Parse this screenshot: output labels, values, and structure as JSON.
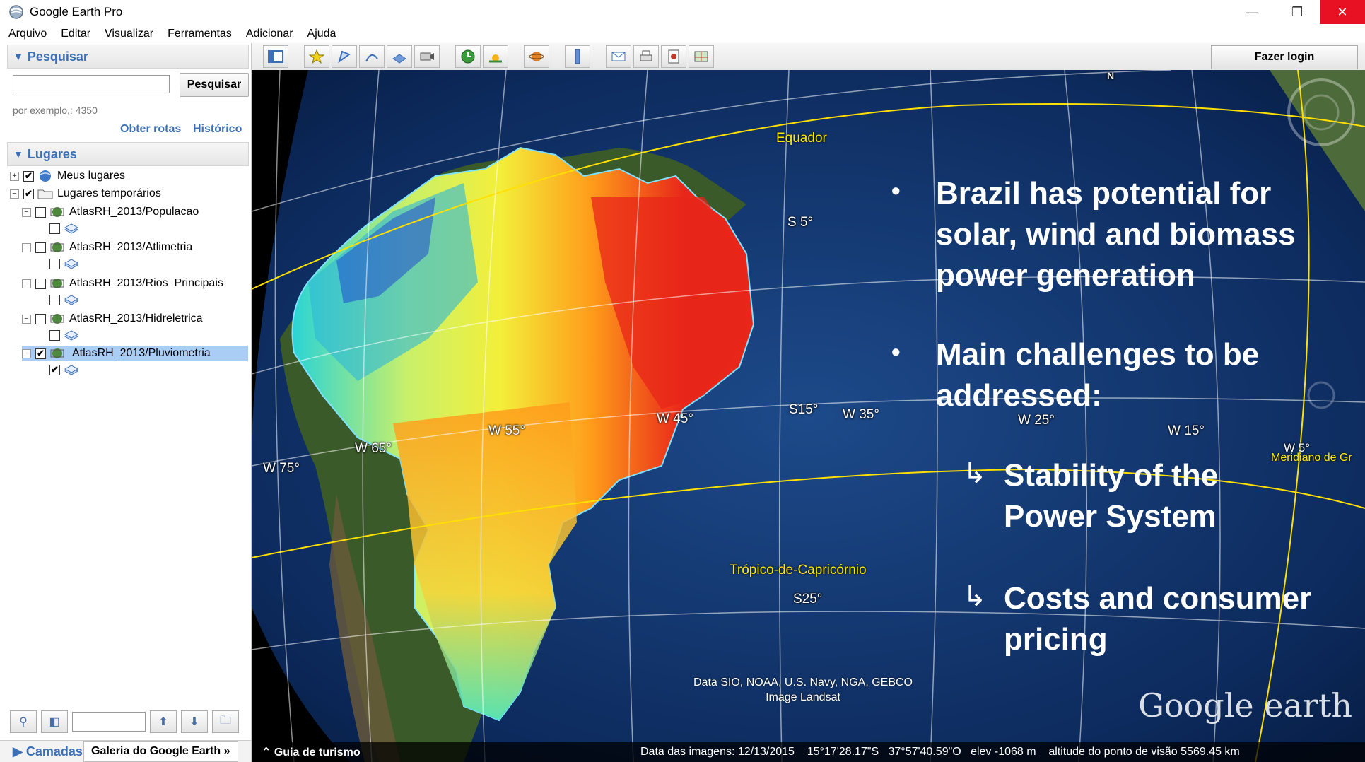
{
  "window": {
    "title": "Google Earth Pro",
    "minimize": "—",
    "restore": "❐",
    "close": "✕"
  },
  "menu": [
    "Arquivo",
    "Editar",
    "Visualizar",
    "Ferramentas",
    "Adicionar",
    "Ajuda"
  ],
  "search": {
    "header": "Pesquisar",
    "input_value": "",
    "button": "Pesquisar",
    "hint": "por exemplo,: 4350",
    "link_routes": "Obter rotas",
    "link_history": "Histórico"
  },
  "places": {
    "header": "Lugares",
    "items": [
      {
        "label": "Meus lugares",
        "checked": "✔"
      },
      {
        "label": "Lugares temporários",
        "checked": "✔"
      },
      {
        "label": "AtlasRH_2013/Populacao",
        "checked": ""
      },
      {
        "label": "AtlasRH_2013/Atlimetria",
        "checked": ""
      },
      {
        "label": "AtlasRH_2013/Rios_Principais",
        "checked": ""
      },
      {
        "label": "AtlasRH_2013/Hidreletrica",
        "checked": ""
      },
      {
        "label": "AtlasRH_2013/Pluviometria",
        "checked": "✔"
      }
    ]
  },
  "layers_tab": "Camadas",
  "gallery_tab": "Galeria do Google Earth »",
  "login": "Fazer login",
  "map": {
    "equator": "Equador",
    "tropic": "Trópico-de-Capricórnio",
    "meridian": "Meridiano de Gr",
    "lat_labels": [
      "S 5°",
      "S15°",
      "S25°"
    ],
    "lon_labels": [
      "W 75°",
      "W 65°",
      "W 55°",
      "W 45°",
      "W 35°",
      "W 25°",
      "W 15°",
      "W 5°"
    ],
    "attribution_line1": "Data SIO, NOAA, U.S. Navy, NGA, GEBCO",
    "attribution_line2": "Image Landsat",
    "logo": "Google earth",
    "compass_n": "N"
  },
  "slide": {
    "bullet1": "Brazil has potential for solar, wind and biomass power generation",
    "bullet2": "Main challenges to be addressed:",
    "sub1": "Stability of the Power System",
    "sub2": "Costs and consumer pricing"
  },
  "status": {
    "tour": "Guia de turismo",
    "imagery_date": "Data das imagens: 12/13/2015",
    "lat": "15°17'28.17\"S",
    "lon": "37°57'40.59\"O",
    "elev": "elev -1068 m",
    "eye_alt": "altitude do ponto de visão 5569.45 km"
  },
  "colors": {
    "ocean": "#0d2b5e",
    "land": "#3a5a2a",
    "hot": "#e8261a",
    "warm": "#ff9b1a",
    "mid": "#f3ef3a",
    "cool": "#29d4d6",
    "cold": "#1a3fd1",
    "gridline": "#ffe000",
    "header_blue": "#3c6fb4"
  }
}
